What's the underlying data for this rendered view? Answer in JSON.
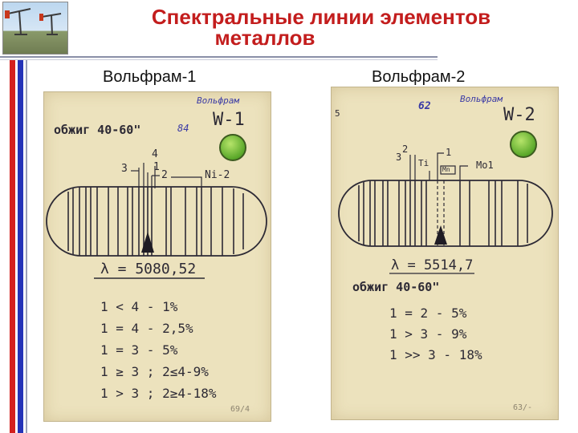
{
  "header": {
    "title_line1": "Спектральные линии элементов",
    "title_line2": "металлов"
  },
  "labels": {
    "left": "Вольфрам-1",
    "right": "Вольфрам-2"
  },
  "card1": {
    "signature": "Вольфрам",
    "anneal": "обжиг 40-60\"",
    "number": "84",
    "code": "W-1",
    "markers": [
      "4",
      "3",
      "1",
      "2",
      "Ni-2"
    ],
    "wavelength": "λ = 5080,52",
    "rules": [
      "1 < 4 - 1%",
      "1 = 4 - 2,5%",
      "1 = 3 - 5%",
      "1 ≥ 3 ; 2≤4-9%",
      "1 > 3 ; 2≥4-18%"
    ],
    "corner_note": "69/4"
  },
  "card2": {
    "signature": "Вольфрам",
    "number": "62",
    "side_number": "5",
    "code": "W-2",
    "markers": [
      "2",
      "3",
      "1",
      "Ti",
      "Mn",
      "Mo1"
    ],
    "wavelength": "λ = 5514,7",
    "anneal": "обжиг 40-60\"",
    "rules": [
      "1 = 2 - 5%",
      "1 > 3 - 9%",
      "1 >> 3 - 18%"
    ],
    "corner_note": "63/-"
  },
  "colors": {
    "title": "#c31d1d",
    "card_paper": "#ece2bd",
    "green_indicator": "#5aa82a"
  }
}
